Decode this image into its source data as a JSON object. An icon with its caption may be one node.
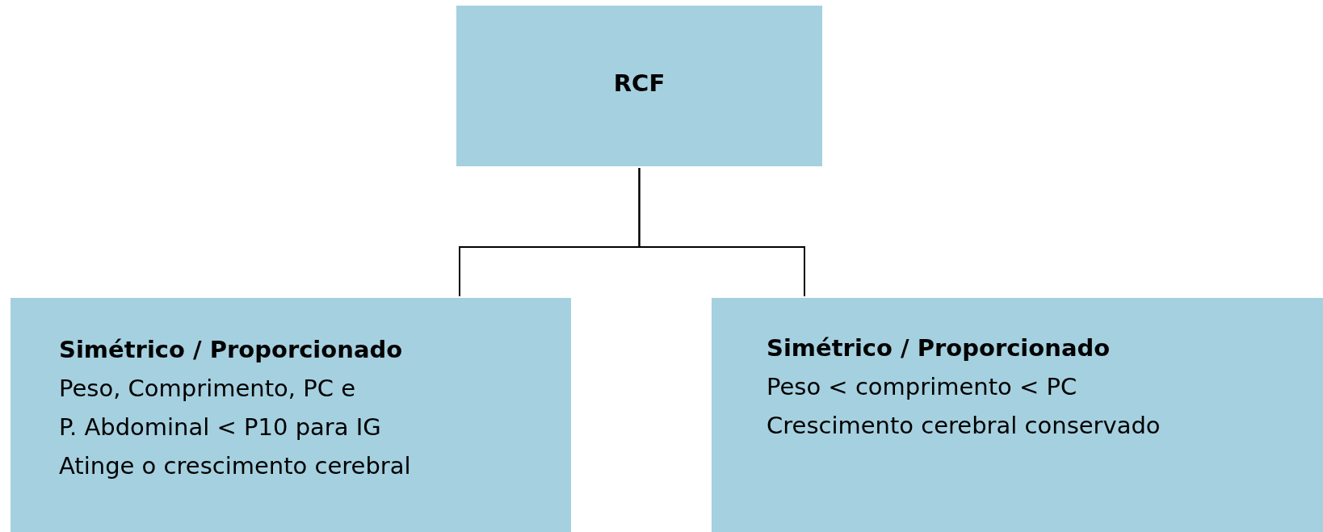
{
  "diagram": {
    "nodes": [
      {
        "text": [
          "RCF"
        ]
      },
      {
        "text": [
          "Simétrico / Proporcionado",
          "Peso, Comprimento, PC e",
          "P. Abdominal < P10 para IG",
          "Atinge o crescimento cerebral"
        ]
      },
      {
        "text": [
          "Simétrico / Proporcionado",
          "Peso < comprimento < PC",
          "Crescimento cerebral conservado"
        ]
      }
    ],
    "edges": [
      {
        "from": 0,
        "to": 1,
        "arrow": "none"
      },
      {
        "from": 0,
        "to": 2,
        "arrow": "none"
      }
    ]
  }
}
